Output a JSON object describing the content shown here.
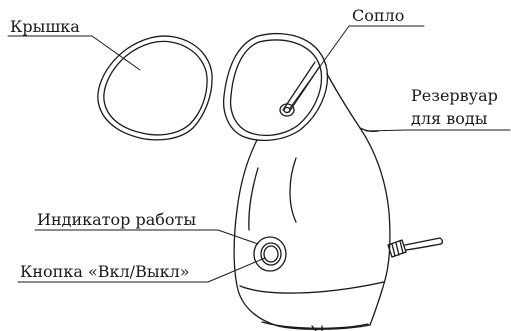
{
  "labels": {
    "lid": "Крышка",
    "nozzle": "Сопло",
    "reservoir_line1": "Резервуар",
    "reservoir_line2": "для воды",
    "indicator": "Индикатор работы",
    "power_button": "Кнопка «Вкл/Выкл»"
  },
  "colors": {
    "stroke": "#1a1a1a",
    "background": "#ffffff"
  }
}
